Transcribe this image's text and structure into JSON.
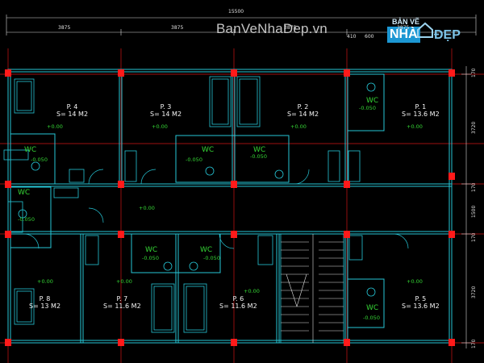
{
  "watermark": {
    "text": "BanVeNhaDep.vn"
  },
  "logo": {
    "top": "BẢN VẼ",
    "brand": "NHÀ",
    "suffix": "ĐẸP"
  },
  "dimensions": {
    "overall": "15500",
    "top_a": "3875",
    "top_b": "3875",
    "top_c": "3875",
    "top_d": "3875",
    "top_e": "410",
    "top_f": "600",
    "right_1": "170",
    "right_2": "3720",
    "right_3": "170",
    "right_4": "1500",
    "right_5": "170",
    "right_6": "3720",
    "right_7": "170"
  },
  "rooms": [
    {
      "name": "P. 4",
      "area": "S= 14 M2"
    },
    {
      "name": "P. 3",
      "area": "S= 14 M2"
    },
    {
      "name": "P. 2",
      "area": "S= 14 M2"
    },
    {
      "name": "P. 1",
      "area": "S= 13.6 M2"
    },
    {
      "name": "P. 8",
      "area": "S= 13 M2"
    },
    {
      "name": "P. 7",
      "area": "S= 11.6 M2"
    },
    {
      "name": "P. 6",
      "area": "S= 11.6 M2"
    },
    {
      "name": "P. 5",
      "area": "S= 13.6 M2"
    }
  ],
  "wc_label": "WC",
  "levels": {
    "room": "+0.00",
    "wc": "-0.050",
    "corridor": "+0.00"
  },
  "colors": {
    "background": "#000000",
    "wall": "#26c6d6",
    "column": "#ff1a1a",
    "gridline": "#d01515",
    "label": "#35d635",
    "text": "#f5f5f5"
  }
}
